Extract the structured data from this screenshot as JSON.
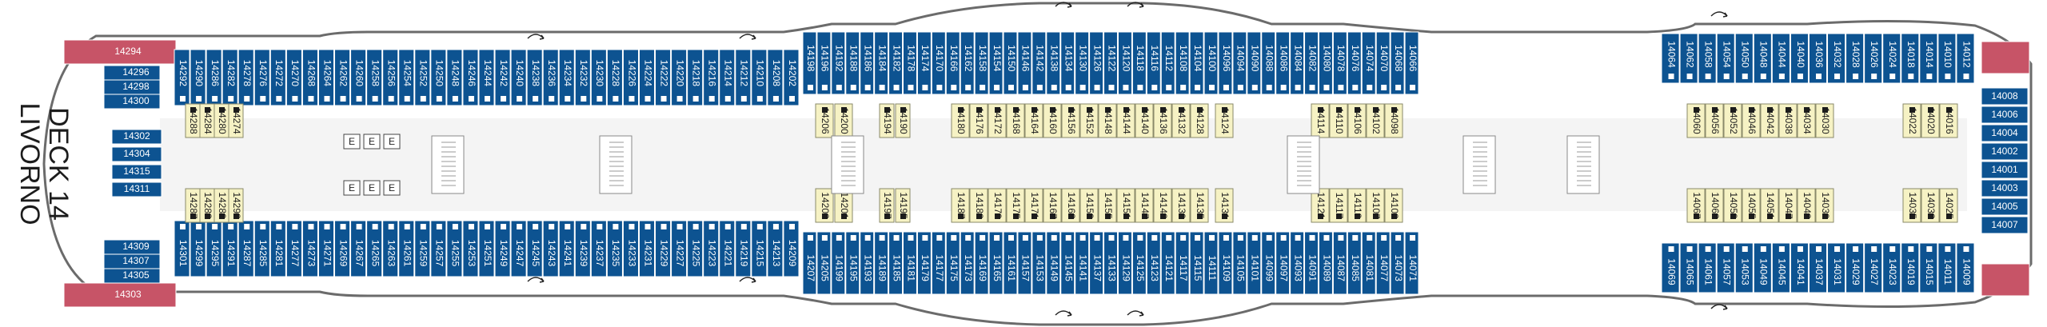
{
  "deck": {
    "line1": "DECK 14",
    "line2": "LIVORNO"
  },
  "legend_symbols": {
    "elevator": "E"
  },
  "colors": {
    "hull_outline": "#6b6b6b",
    "deck_fill": "#ffffff",
    "blue_band": "#0d5391",
    "inside_cabin": "#f6f2c4",
    "suite_red": "#c75467",
    "corridor": "#efefef",
    "stair_gray": "#cfcfcf",
    "text_dark": "#1c1c1c"
  },
  "fwd_left_upper": [
    {
      "n": "14294",
      "s": true
    },
    {
      "n": "14296"
    },
    {
      "n": "14298"
    },
    {
      "n": "14300"
    }
  ],
  "fwd_left_lower": [
    {
      "n": "14309"
    },
    {
      "n": "14307"
    },
    {
      "n": "14305"
    },
    {
      "n": "14303",
      "s": true
    }
  ],
  "fwd_left_mid": [
    "14302",
    "14304",
    "14315",
    "14311"
  ],
  "blue_top_1": [
    "14292",
    "14290",
    "14286",
    "14282",
    "14278",
    "14276",
    "14272",
    "14270",
    "14268",
    "14264",
    "14262",
    "14260",
    "14258",
    "14256",
    "14254",
    "14252",
    "14250",
    "14248",
    "14246",
    "14244",
    "14242",
    "14240",
    "14238",
    "14236",
    "14234",
    "14232",
    "14230",
    "14228",
    "14226",
    "14224",
    "14222",
    "14220",
    "14218",
    "14216",
    "14214",
    "14212",
    "14210",
    "14208",
    "14202"
  ],
  "blue_top_2": [
    "14198",
    "14196",
    "14192",
    "14188",
    "14186",
    "14184",
    "14182",
    "14178",
    "14174",
    "14170",
    "14166",
    "14162",
    "14158",
    "14154",
    "14150",
    "14146",
    "14142",
    "14138",
    "14134",
    "14130",
    "14126",
    "14122",
    "14120",
    "14118",
    "14116",
    "14112",
    "14108",
    "14104",
    "14100",
    "14096",
    "14094",
    "14090",
    "14088",
    "14086",
    "14084",
    "14082",
    "14080",
    "14078",
    "14076",
    "14074",
    "14070",
    "14068",
    "14066"
  ],
  "blue_top_3": [
    "14064",
    "14062",
    "14058",
    "14054",
    "14050",
    "14048",
    "14044",
    "14040",
    "14036",
    "14032",
    "14028",
    "14026",
    "14024",
    "14018",
    "14014",
    "14010",
    "14012"
  ],
  "blue_bot_1": [
    "14301",
    "14299",
    "14295",
    "14291",
    "14287",
    "14285",
    "14281",
    "14277",
    "14273",
    "14271",
    "14269",
    "14267",
    "14265",
    "14263",
    "14261",
    "14259",
    "14257",
    "14255",
    "14253",
    "14251",
    "14249",
    "14247",
    "14245",
    "14243",
    "14241",
    "14239",
    "14237",
    "14235",
    "14233",
    "14231",
    "14229",
    "14227",
    "14225",
    "14223",
    "14221",
    "14219",
    "14215",
    "14213",
    "14209"
  ],
  "blue_bot_2": [
    "14207",
    "14205",
    "14199",
    "14195",
    "14193",
    "14189",
    "14185",
    "14181",
    "14179",
    "14177",
    "14175",
    "14173",
    "14169",
    "14165",
    "14161",
    "14157",
    "14153",
    "14149",
    "14145",
    "14141",
    "14137",
    "14133",
    "14129",
    "14125",
    "14123",
    "14121",
    "14117",
    "14115",
    "14111",
    "14109",
    "14105",
    "14101",
    "14099",
    "14097",
    "14093",
    "14091",
    "14089",
    "14087",
    "14085",
    "14081",
    "14077",
    "14073",
    "14071"
  ],
  "blue_bot_3": [
    "14069",
    "14065",
    "14061",
    "14057",
    "14053",
    "14049",
    "14045",
    "14041",
    "14037",
    "14031",
    "14029",
    "14027",
    "14023",
    "14019",
    "14015",
    "14011",
    "14009"
  ],
  "aft_right_stack": [
    "14008",
    "14006",
    "14004",
    "14002",
    "14001",
    "14003",
    "14005",
    "14007"
  ],
  "inside_top": [
    "14288",
    "14284",
    "14280",
    "14274",
    "14206",
    "14200",
    "14194",
    "14190",
    "14180",
    "14176",
    "14172",
    "14168",
    "14164",
    "14160",
    "14156",
    "14152",
    "14148",
    "14144",
    "14140",
    "14136",
    "14132",
    "14128",
    "14124",
    "14114",
    "14110",
    "14106",
    "14102",
    "14098",
    "14060",
    "14056",
    "14052",
    "14046",
    "14042",
    "14038",
    "14034",
    "14030",
    "14022",
    "14020",
    "14016"
  ],
  "inside_bot": [
    "14287",
    "14283",
    "14289",
    "14293",
    "14203",
    "14201",
    "14197",
    "14195",
    "14187",
    "14183",
    "14179",
    "14175",
    "14171",
    "14167",
    "14163",
    "14159",
    "14155",
    "14151",
    "14147",
    "14143",
    "14139",
    "14135",
    "14131",
    "14121",
    "14117",
    "14113",
    "14107",
    "14103",
    "14067",
    "14063",
    "14059",
    "14055",
    "14051",
    "14047",
    "14043",
    "14039",
    "14035",
    "14033",
    "14025",
    "14021",
    "14017"
  ]
}
